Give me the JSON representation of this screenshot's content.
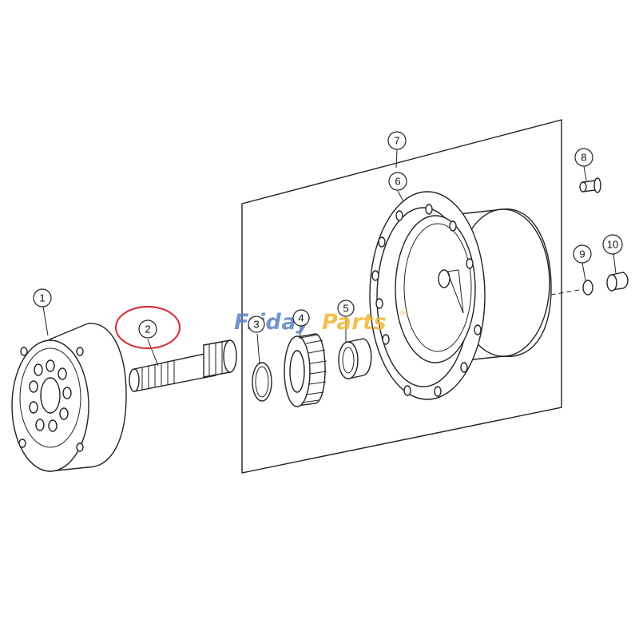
{
  "diagram": {
    "callouts": [
      {
        "id": "1",
        "label": "1"
      },
      {
        "id": "2",
        "label": "2"
      },
      {
        "id": "3",
        "label": "3"
      },
      {
        "id": "4",
        "label": "4"
      },
      {
        "id": "5",
        "label": "5"
      },
      {
        "id": "6",
        "label": "6"
      },
      {
        "id": "7",
        "label": "7"
      },
      {
        "id": "8",
        "label": "8"
      },
      {
        "id": "9",
        "label": "9"
      },
      {
        "id": "10",
        "label": "10"
      }
    ],
    "highlighted_callout": "2",
    "highlight_color": "#d9343a",
    "watermark": {
      "part1": "Friday",
      "part2": "Parts",
      "trademark": "®",
      "color1": "#5b82c4",
      "color2": "#f2b531"
    }
  }
}
